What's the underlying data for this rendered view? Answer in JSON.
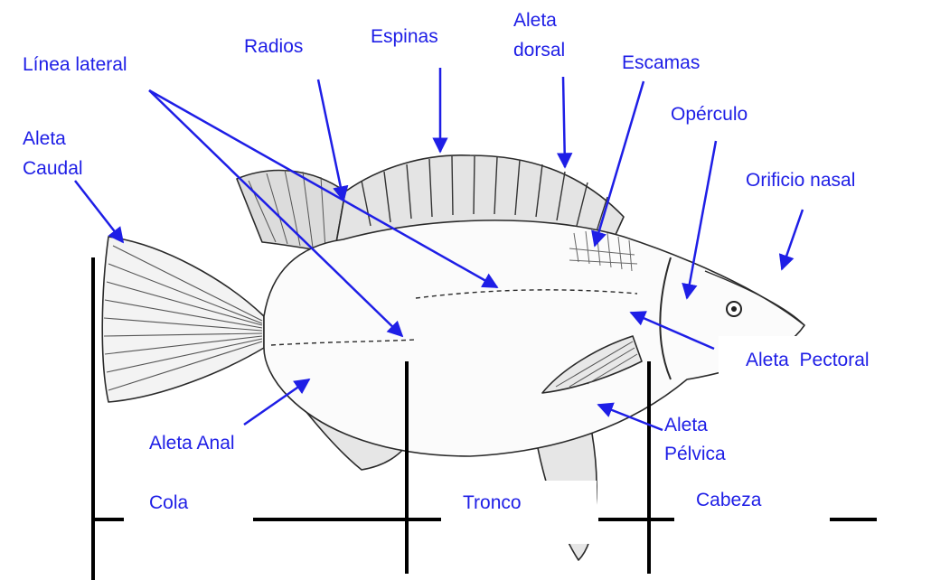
{
  "labels": {
    "linea_lateral": "Línea lateral",
    "radios": "Radios",
    "espinas": "Espinas",
    "aleta_dorsal_1": "Aleta",
    "aleta_dorsal_2": "dorsal",
    "escamas": "Escamas",
    "operculo": "Opérculo",
    "orificio_nasal": "Orificio nasal",
    "aleta_caudal_1": "Aleta",
    "aleta_caudal_2": "Caudal",
    "aleta_pectoral": "Aleta  Pectoral",
    "aleta_pelvica_1": "Aleta",
    "aleta_pelvica_2": "Pélvica",
    "aleta_anal": "Aleta Anal"
  },
  "regions": {
    "cola": "Cola",
    "tronco": "Tronco",
    "cabeza": "Cabeza"
  },
  "colors": {
    "label": "#1e1ee6",
    "arrow": "#1e1ee6",
    "outline": "#2a2a2a",
    "body_fill": "#fbfbfb",
    "divider": "#000000"
  }
}
